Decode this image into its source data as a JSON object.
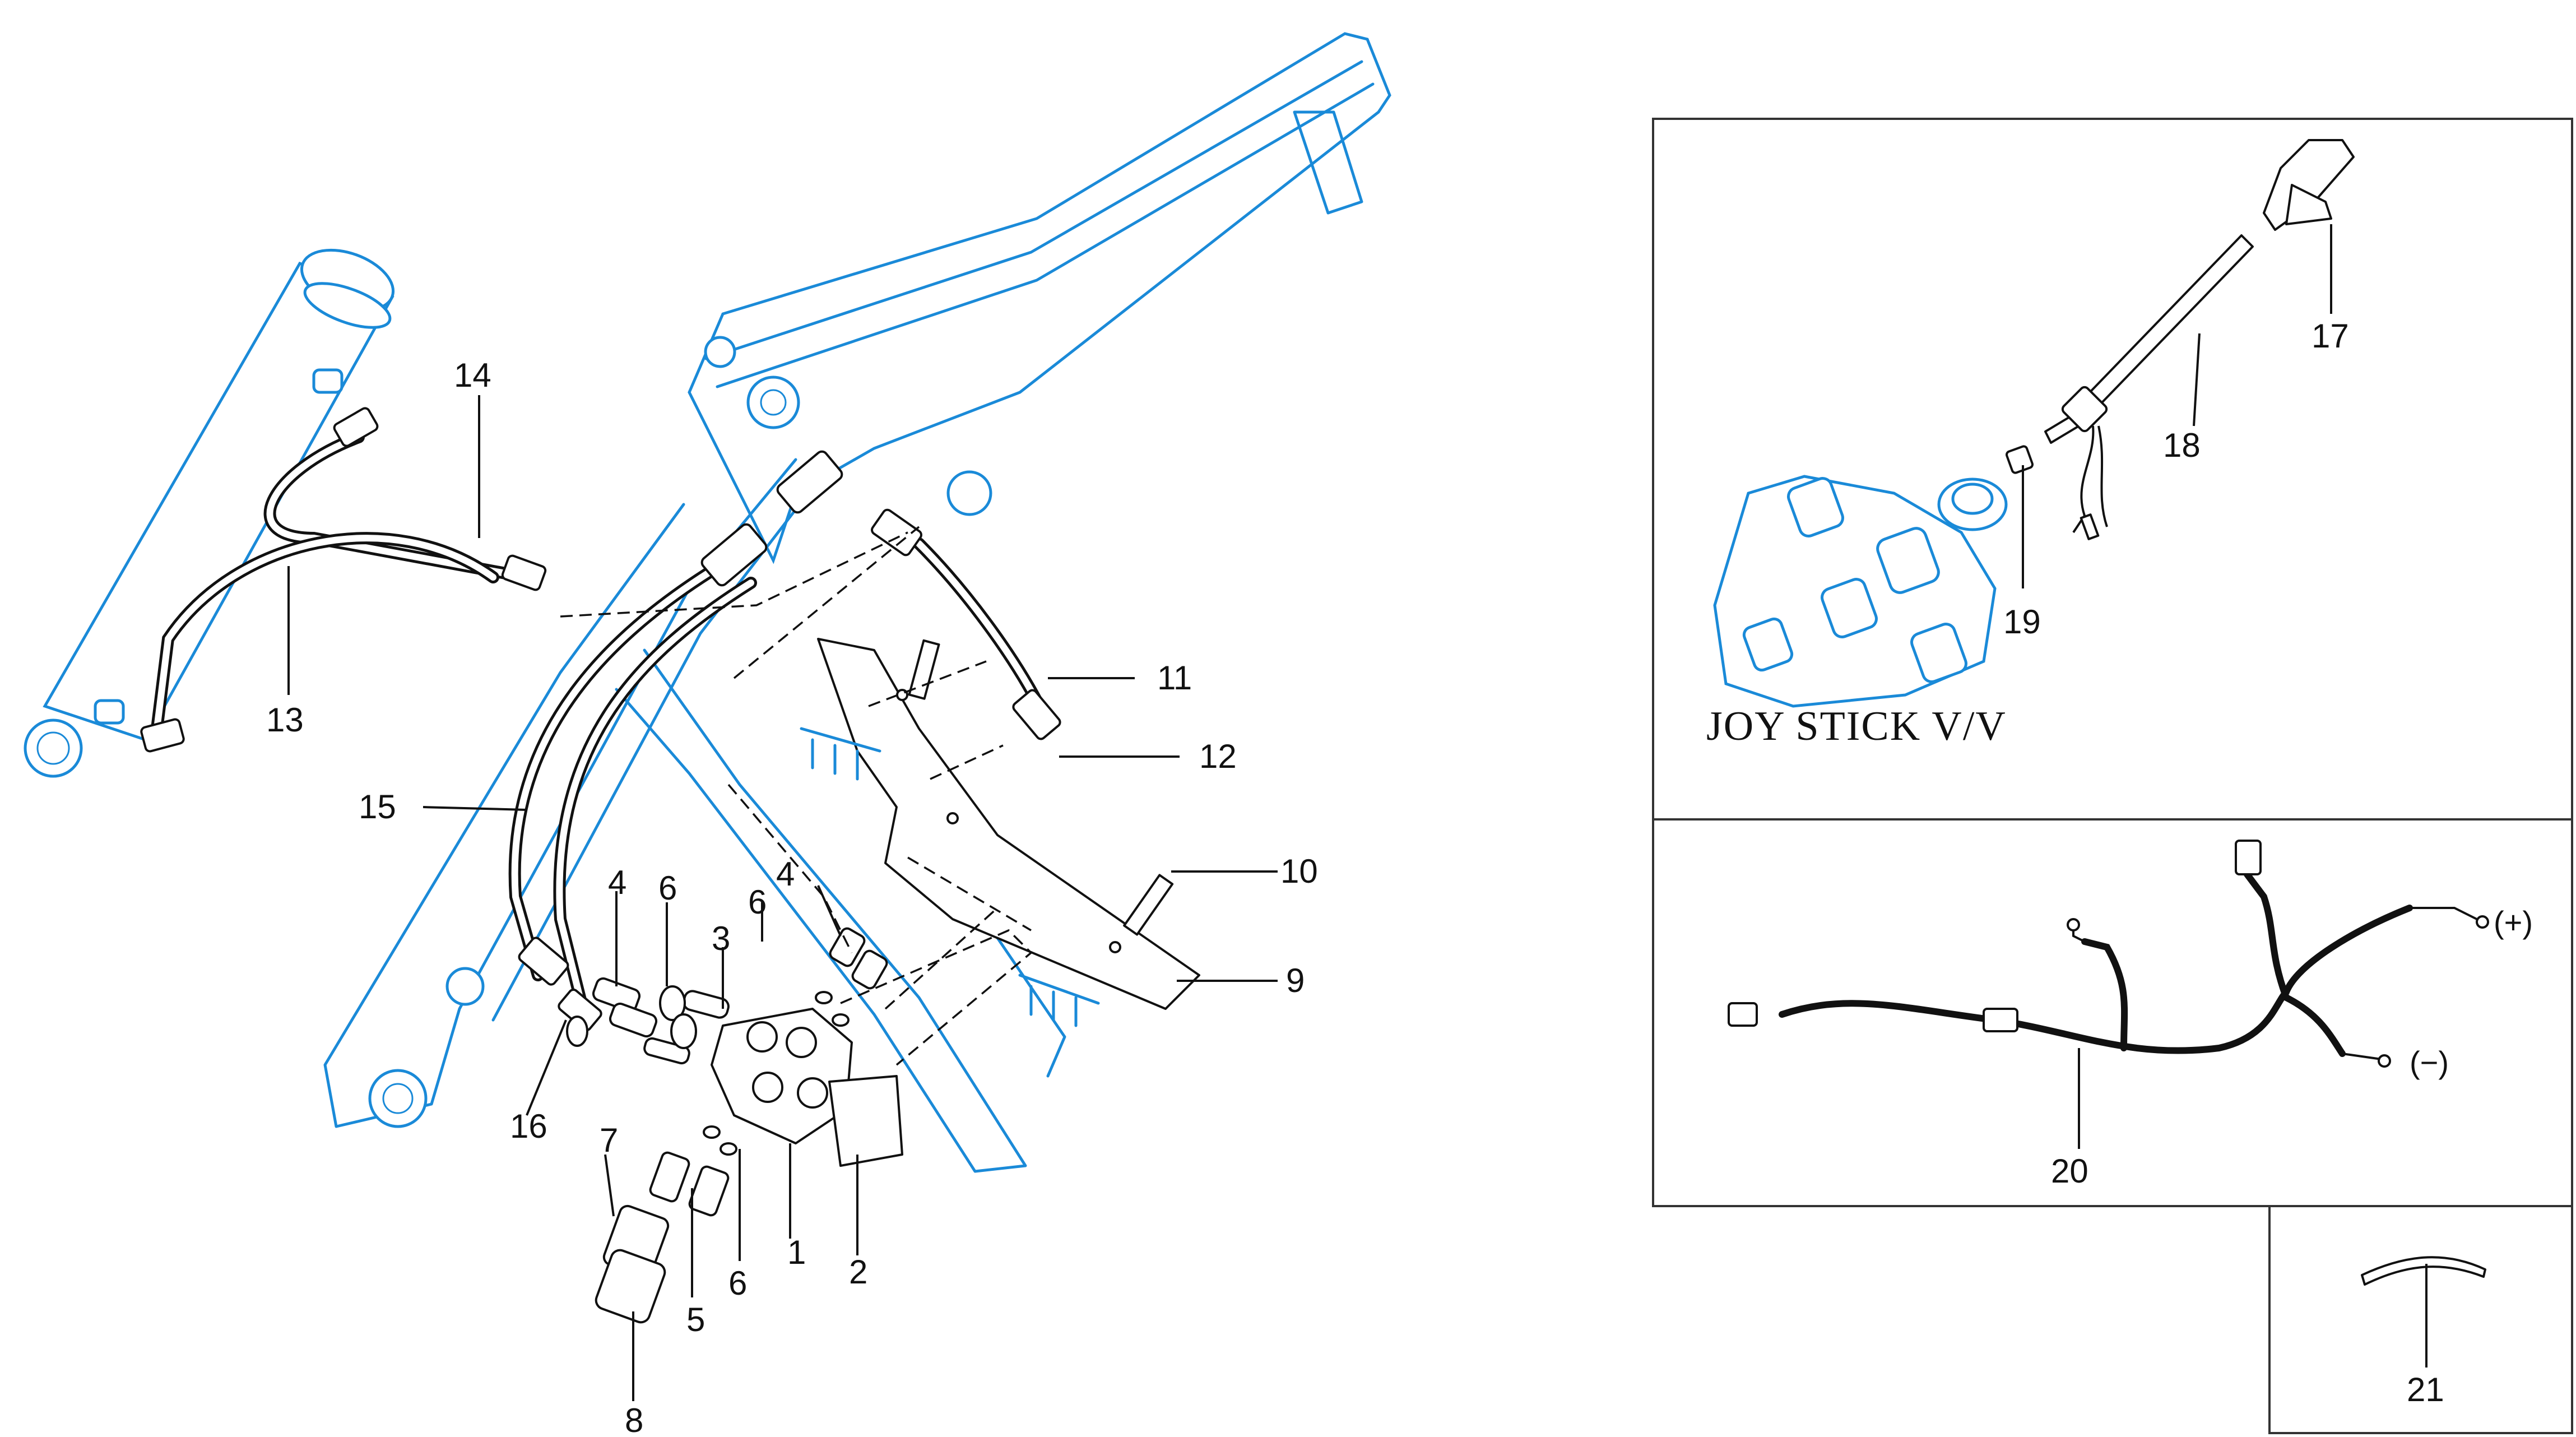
{
  "callouts": {
    "c1": "1",
    "c2": "2",
    "c3": "3",
    "c4a": "4",
    "c4b": "4",
    "c5": "5",
    "c6a": "6",
    "c6b": "6",
    "c6c": "6",
    "c7": "7",
    "c8": "8",
    "c9": "9",
    "c10": "10",
    "c11": "11",
    "c12": "12",
    "c13": "13",
    "c14": "14",
    "c15": "15",
    "c16": "16",
    "c17": "17",
    "c18": "18",
    "c19": "19",
    "c20": "20",
    "c21": "21"
  },
  "joystick_panel": {
    "title": "JOY STICK V/V"
  },
  "harness_panel": {
    "positive_label": "(+)",
    "negative_label": "(−)"
  },
  "colors": {
    "frame_outline": "#1a8ad8",
    "parts_outline": "#111111"
  }
}
